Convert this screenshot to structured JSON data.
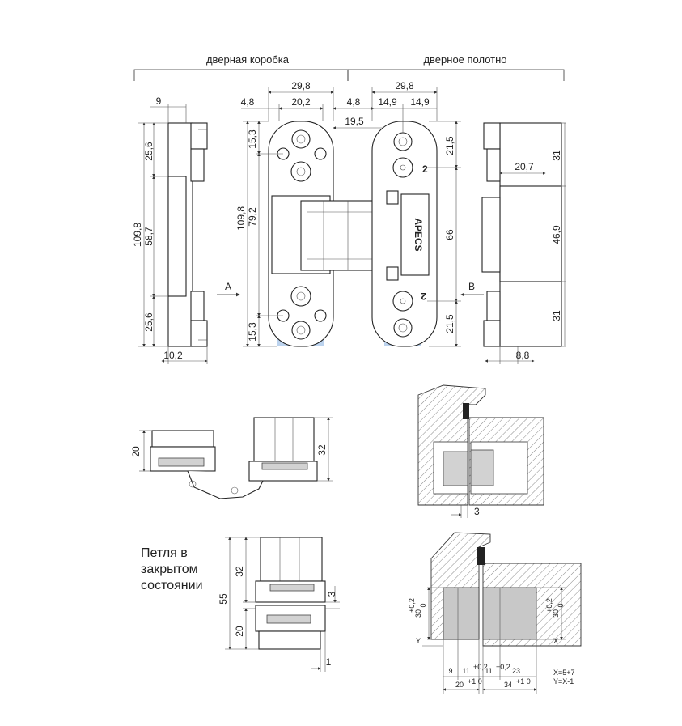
{
  "headers": {
    "frame": "дверная коробка",
    "leaf": "дверное полотно"
  },
  "views": {
    "a": "A",
    "b": "B"
  },
  "brand": "APECS",
  "markers": {
    "two_top": "2",
    "two_bottom": "2"
  },
  "dims": {
    "left_top": "9",
    "left_25_6_top": "25,6",
    "left_58_7": "58,7",
    "left_109_8": "109,8",
    "left_25_6_bot": "25,6",
    "left_10_2": "10,2",
    "front_29_8": "29,8",
    "front_20_2": "20,2",
    "front_4_8": "4,8",
    "front_15_3_top": "15,3",
    "front_109_8": "109,8",
    "front_79_2": "79,2",
    "front_15_3_bot": "15,3",
    "mid_4_8": "4,8",
    "mid_19_5": "19,5",
    "back_29_8": "29,8",
    "back_14_9_a": "14,9",
    "back_14_9_b": "14,9",
    "back_21_5_top": "21,5",
    "back_66": "66",
    "back_21_5_bot": "21,5",
    "right_31_top": "31",
    "right_20_7": "20,7",
    "right_46_9": "46,9",
    "right_31_bot": "31",
    "right_8_8": "8,8",
    "open_20": "20",
    "open_32": "32",
    "closed_32": "32",
    "closed_3": "3",
    "closed_55": "55",
    "closed_20": "20",
    "closed_1": "1",
    "sec_3": "3",
    "inst_30_left": "30",
    "inst_30_left_tol": "+0,2",
    "inst_30_left_tol0": "0",
    "inst_30_right": "30",
    "inst_30_right_tol": "+0,2",
    "inst_30_right_tol0": "0",
    "inst_y": "Y",
    "inst_x": "X",
    "inst_9": "9",
    "inst_11a": "11",
    "inst_11a_tol": "+0,2",
    "inst_11b": "11",
    "inst_11b_tol": "+0,2",
    "inst_23": "23",
    "inst_20": "20",
    "inst_20_tol": "+1 0",
    "inst_34": "34",
    "inst_34_tol": "+1 0"
  },
  "closed_label": [
    "Петля в",
    "закрытом",
    "состоянии"
  ],
  "formula": [
    "X=5+7",
    "Y=X-1"
  ],
  "colors": {
    "line": "#333333",
    "hatch": "#8a8a8a",
    "cutout": "#bdbdbd",
    "highlight": "#bcd3ee"
  }
}
